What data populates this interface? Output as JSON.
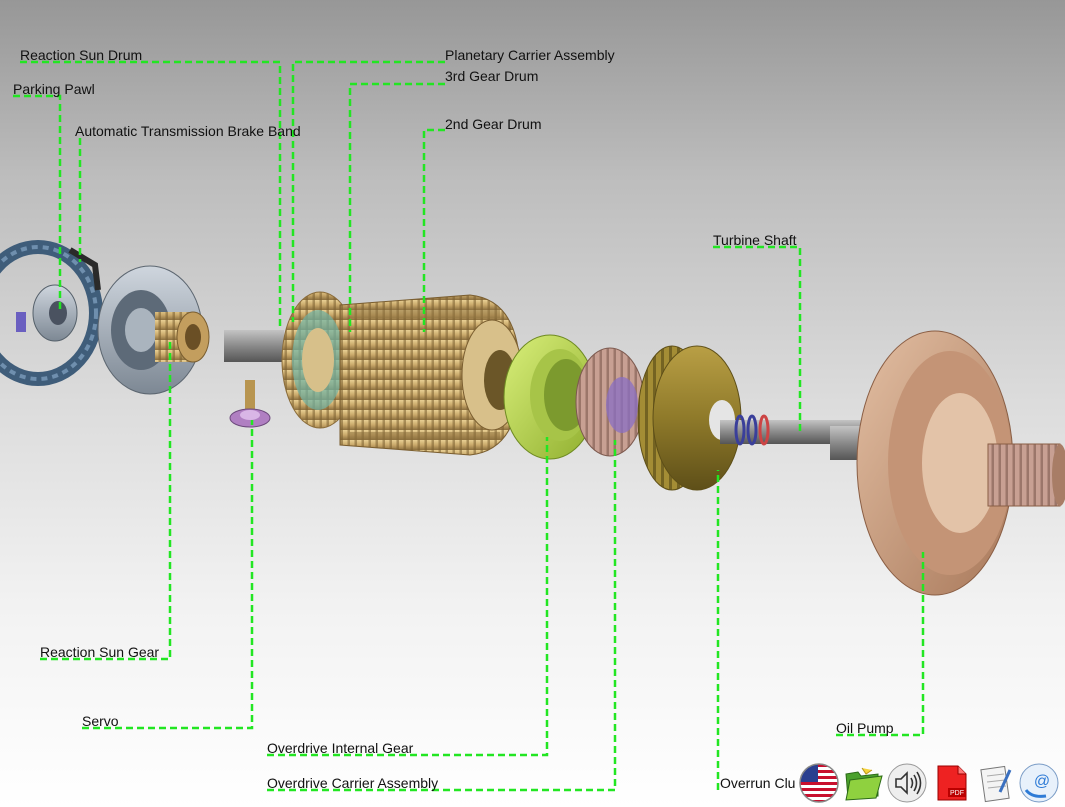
{
  "labels": {
    "reaction_sun_drum": "Reaction Sun Drum",
    "parking_pawl": "Parking Pawl",
    "brake_band": "Automatic Transmission Brake Band",
    "planetary_carrier": "Planetary Carrier Assembly",
    "third_gear_drum": "3rd Gear Drum",
    "second_gear_drum": "2nd Gear Drum",
    "turbine_shaft": "Turbine Shaft",
    "reaction_sun_gear": "Reaction Sun Gear",
    "servo": "Servo",
    "overdrive_internal_gear": "Overdrive Internal Gear",
    "overdrive_carrier": "Overdrive Carrier Assembly",
    "overrun_clutch": "Overrun Clu",
    "oil_pump": "Oil Pump"
  },
  "colors": {
    "leader_line": "#22e622",
    "bronze": "#c9a86a",
    "olive_gold": "#8f7a2a",
    "lime": "#b9d94a",
    "pump": "#c89b7a",
    "blue_grey": "#4e6e8c"
  },
  "toolbar": {
    "icons": [
      "us-flag-icon",
      "open-folder-icon",
      "speaker-icon",
      "pdf-icon",
      "notebook-icon",
      "email-icon"
    ]
  }
}
